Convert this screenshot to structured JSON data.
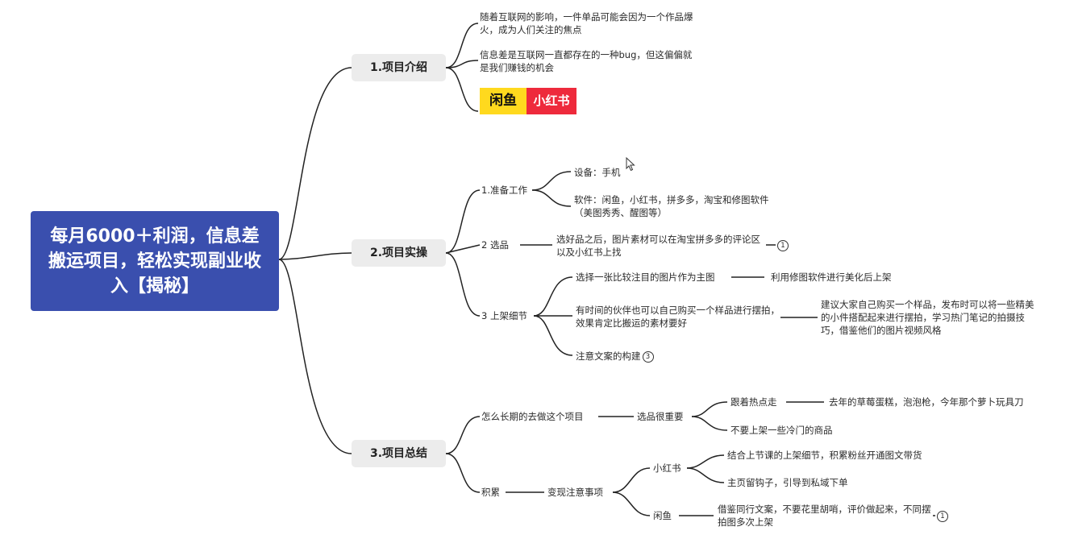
{
  "root": {
    "title": "每月6000＋利润，信息差搬运项目，轻松实现副业收入【揭秘】"
  },
  "sections": [
    {
      "label": "1.项目介绍",
      "items": [
        "随着互联网的影响，一件单品可能会因为一个作品爆火，成为人们关注的焦点",
        "信息差是互联网一直都存在的一种bug，但这偏偏就是我们赚钱的机会"
      ],
      "logos": [
        "闲鱼",
        "小红书"
      ]
    },
    {
      "label": "2.项目实操",
      "prep": {
        "label": "1.准备工作",
        "device": "设备：手机",
        "software": "软件：闲鱼，小红书，拼多多，淘宝和修图软件（美图秀秀、醒图等）"
      },
      "selection": {
        "label": "2 选品",
        "text": "选好品之后，图片素材可以在淘宝拼多多的评论区以及小红书上找",
        "badge": "1"
      },
      "listing": {
        "label": "3 上架细节",
        "main_image": "选择一张比较注目的图片作为主图",
        "main_image_detail": "利用修图软件进行美化后上架",
        "self_buy": "有时间的伙伴也可以自己购买一个样品进行摆拍，效果肯定比搬运的素材要好",
        "self_buy_detail": "建议大家自己购买一个样品，发布时可以将一些精美的小件搭配起来进行摆拍，学习热门笔记的拍摄技巧，借鉴他们的图片视频风格",
        "copywriting": "注意文案的构建",
        "copywriting_badge": "3"
      }
    },
    {
      "label": "3.项目总结",
      "long_term": {
        "label": "怎么长期的去做这个项目",
        "key": "选品很重要",
        "trend": "跟着热点走",
        "trend_detail": "去年的草莓蛋糕，泡泡枪，今年那个萝卜玩具刀",
        "avoid": "不要上架一些冷门的商品"
      },
      "accumulate": {
        "label": "积累",
        "monetize": "变现注意事项",
        "xhs": {
          "label": "小红书",
          "item1": "结合上节课的上架细节，积累粉丝开通图文带货",
          "item2": "主页留钩子，引导到私域下单"
        },
        "xianyu": {
          "label": "闲鱼",
          "item1": "借鉴同行文案，不要花里胡哨，评价做起来，不同摆拍图多次上架",
          "badge": "1"
        }
      }
    }
  ],
  "colors": {
    "root_bg": "#3a4fae",
    "main_bg": "#ececec",
    "line": "#222222",
    "xianyu_logo": "#ffd91e",
    "xhs_logo": "#ee2a3c"
  }
}
